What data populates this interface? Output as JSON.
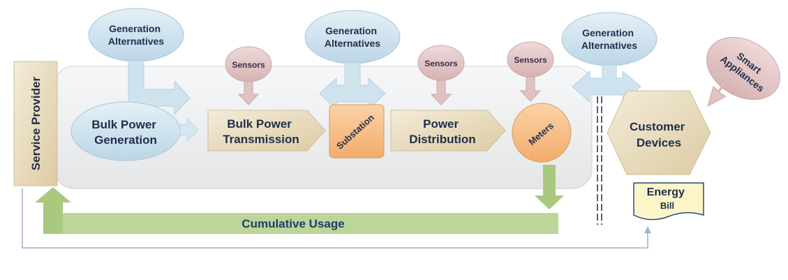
{
  "service_provider": "Service Provider",
  "generation_alternatives": [
    {
      "line1": "Generation",
      "line2": "Alternatives"
    },
    {
      "line1": "Generation",
      "line2": "Alternatives"
    },
    {
      "line1": "Generation",
      "line2": "Alternatives"
    }
  ],
  "sensors": [
    "Sensors",
    "Sensors",
    "Sensors"
  ],
  "smart_appliances": {
    "line1": "Smart",
    "line2": "Appliances"
  },
  "bulk_power_generation": {
    "line1": "Bulk Power",
    "line2": "Generation"
  },
  "bulk_power_transmission": {
    "line1": "Bulk Power",
    "line2": "Transmission"
  },
  "substation": "Substation",
  "power_distribution": {
    "line1": "Power",
    "line2": "Distribution"
  },
  "meters": "Meters",
  "customer_devices": {
    "line1": "Customer",
    "line2": "Devices"
  },
  "energy_bill": {
    "line1": "Energy",
    "line2": "Bill"
  },
  "cumulative_usage": "Cumulative Usage",
  "colors": {
    "ellipse_blue": "#cfe3ef",
    "sensor_pink": "#e2c6c6",
    "tan": "#e8dcc0",
    "orange": "#f7c08a",
    "green": "#b5cf8c",
    "arrow_blue": "#d2e5f0",
    "text_dark": "#1f2f4a"
  }
}
